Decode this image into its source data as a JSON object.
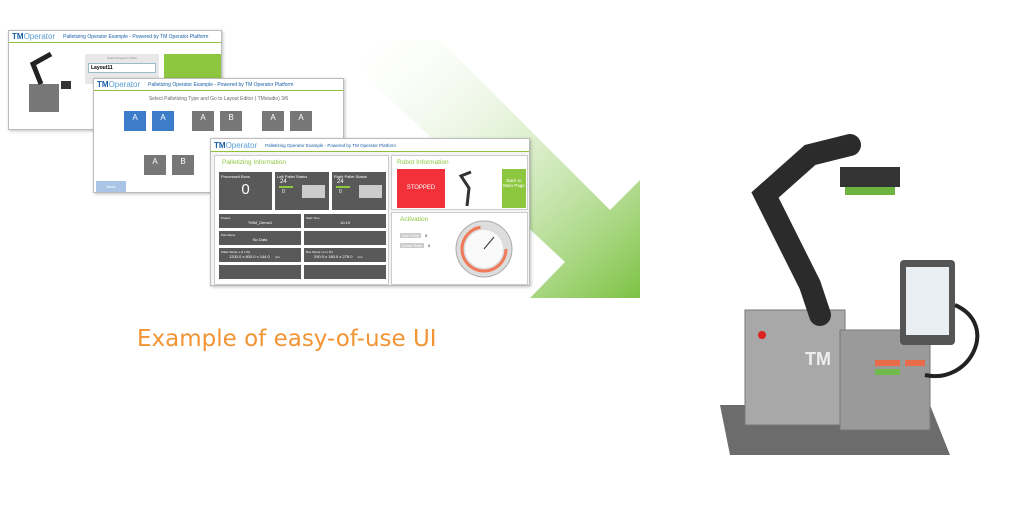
{
  "caption": "Example of easy-of-use UI",
  "logo": {
    "tm": "TM",
    "operator": "Operator"
  },
  "header_title": "Palletizing Operator Example - Powered by TM Operator Platform",
  "screen1": {
    "select_label": "Select Project to Work",
    "project_value": "Layout11"
  },
  "screen2": {
    "title": "Select Palletizing Type and Go to Layout Editor ( TMstudio) 3/6",
    "types_row1": [
      "A",
      "A",
      "A",
      "B",
      "A",
      "A"
    ],
    "types_row2": [
      "A",
      "B"
    ],
    "back": "Back"
  },
  "screen3": {
    "palletizing_title": "Palletizing Information",
    "processed_boxes_label": "Processed Boxs",
    "processed_boxes": "0",
    "left_pallet_label": "Left Pallet Status",
    "left_top": "24",
    "left_bottom": "0",
    "right_pallet_label": "Right Pallet Status",
    "right_top": "24",
    "right_bottom": "0",
    "project_label": "Project",
    "project": "TMM_Demo1",
    "start_time_label": "Start Time",
    "start_time": "10:10",
    "part_name_label": "Part Name",
    "part_name": "No Data",
    "pallet_size_label": "Pallet Size(L x H x W)",
    "pallet_size": "1200.0 x 800.0 x 144.0",
    "unit": "mm",
    "box_size_label": "Box Size(L x H x W)",
    "box_size": "290.0 x 180.0 x 278.0",
    "robot_title": "Robot Information",
    "status": "STOPPED",
    "back_main": "Back to Main Page",
    "activation_title": "Activation",
    "run_time_label": "Run Time",
    "run_time": "0",
    "down_time_label": "Down Time",
    "down_time": "0"
  },
  "colors": {
    "green": "#8dc63f",
    "blue": "#3d7cc9",
    "stopped": "#f2313b",
    "tile": "#595959",
    "caption": "#f29434"
  }
}
